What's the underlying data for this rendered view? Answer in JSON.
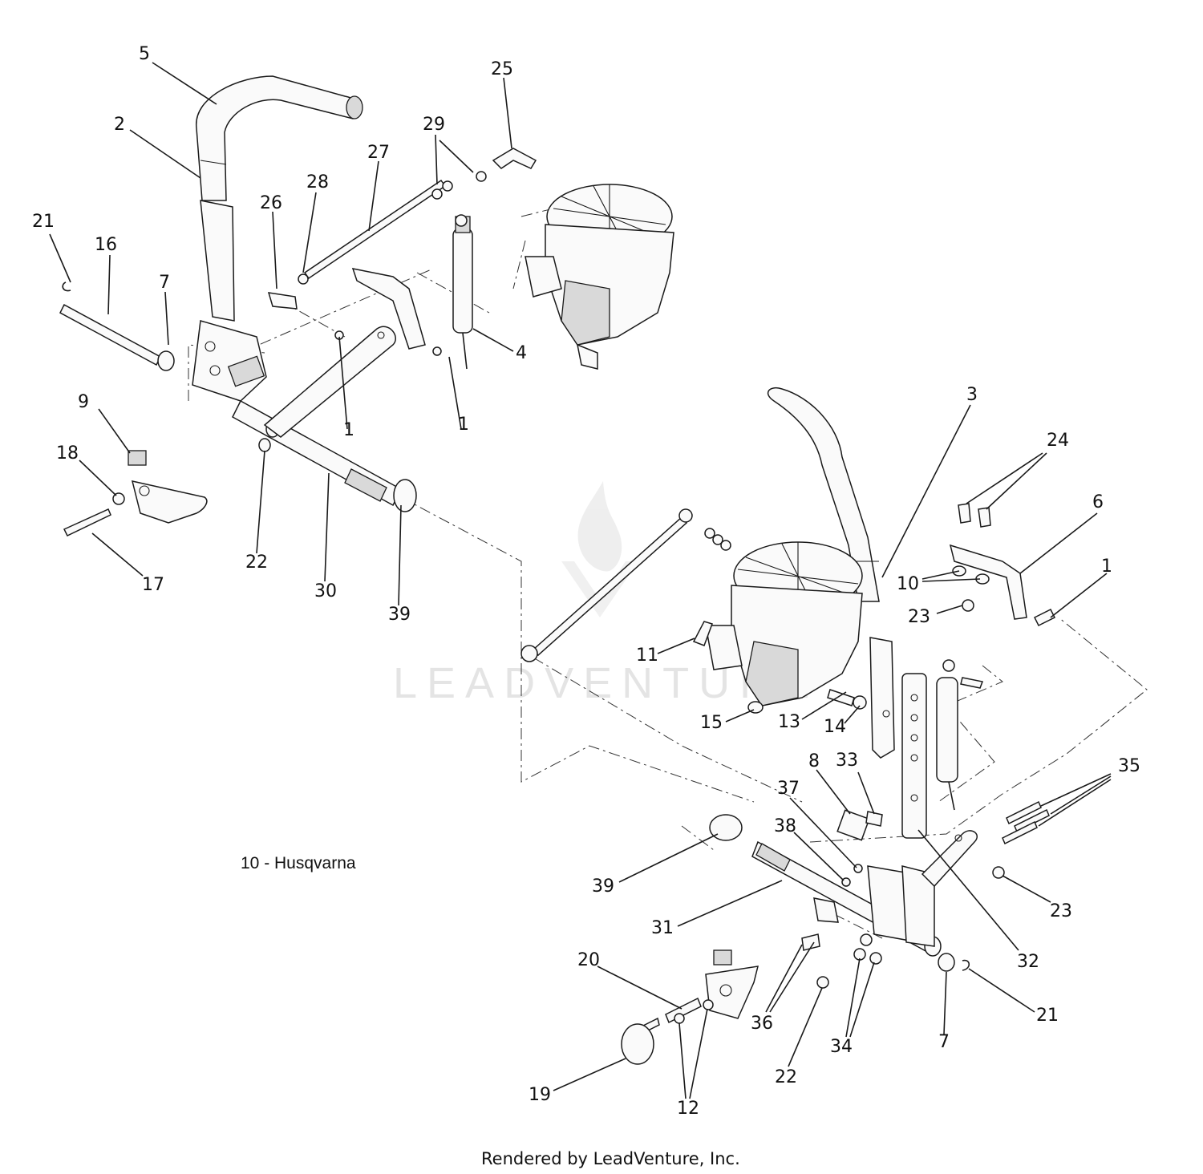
{
  "callouts": [
    {
      "label": "5"
    },
    {
      "label": "2"
    },
    {
      "label": "21"
    },
    {
      "label": "16"
    },
    {
      "label": "7"
    },
    {
      "label": "26"
    },
    {
      "label": "28"
    },
    {
      "label": "27"
    },
    {
      "label": "29"
    },
    {
      "label": "25"
    },
    {
      "label": "4"
    },
    {
      "label": "1"
    },
    {
      "label": "1"
    },
    {
      "label": "9"
    },
    {
      "label": "18"
    },
    {
      "label": "17"
    },
    {
      "label": "22"
    },
    {
      "label": "30"
    },
    {
      "label": "39"
    },
    {
      "label": "3"
    },
    {
      "label": "24"
    },
    {
      "label": "6"
    },
    {
      "label": "10"
    },
    {
      "label": "1"
    },
    {
      "label": "23"
    },
    {
      "label": "11"
    },
    {
      "label": "15"
    },
    {
      "label": "13"
    },
    {
      "label": "14"
    },
    {
      "label": "8"
    },
    {
      "label": "33"
    },
    {
      "label": "37"
    },
    {
      "label": "35"
    },
    {
      "label": "38"
    },
    {
      "label": "39"
    },
    {
      "label": "23"
    },
    {
      "label": "31"
    },
    {
      "label": "32"
    },
    {
      "label": "20"
    },
    {
      "label": "36"
    },
    {
      "label": "21"
    },
    {
      "label": "7"
    },
    {
      "label": "34"
    },
    {
      "label": "22"
    },
    {
      "label": "19"
    },
    {
      "label": "12"
    }
  ],
  "note": "10 - Husqvarna",
  "footer": "Rendered by LeadVenture, Inc.",
  "watermark": {
    "text": "LEADVENTURE",
    "icon": "flame-v-logo-icon"
  },
  "colors": {
    "ink": "#1a1a1a",
    "watermark": "#cfcfcf",
    "background": "#ffffff"
  }
}
